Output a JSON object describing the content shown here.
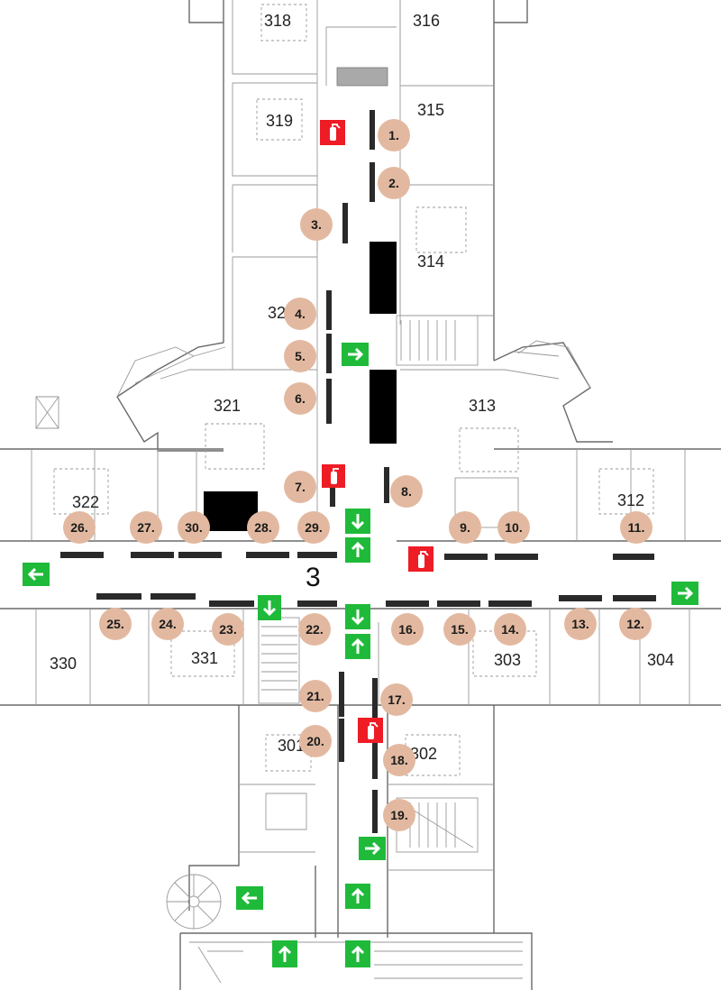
{
  "floor": {
    "label": "3"
  },
  "rooms": [
    {
      "id": "318",
      "label": "318"
    },
    {
      "id": "316",
      "label": "316"
    },
    {
      "id": "319",
      "label": "319"
    },
    {
      "id": "315",
      "label": "315"
    },
    {
      "id": "314",
      "label": "314"
    },
    {
      "id": "320",
      "label": "32"
    },
    {
      "id": "321",
      "label": "321"
    },
    {
      "id": "313",
      "label": "313"
    },
    {
      "id": "322",
      "label": "322"
    },
    {
      "id": "312",
      "label": "312"
    },
    {
      "id": "330",
      "label": "330"
    },
    {
      "id": "331",
      "label": "331"
    },
    {
      "id": "303",
      "label": "303"
    },
    {
      "id": "304",
      "label": "304"
    },
    {
      "id": "301",
      "label": "301"
    },
    {
      "id": "302",
      "label": "302"
    }
  ],
  "markers": [
    {
      "n": 1,
      "label": "1."
    },
    {
      "n": 2,
      "label": "2."
    },
    {
      "n": 3,
      "label": "3."
    },
    {
      "n": 4,
      "label": "4."
    },
    {
      "n": 5,
      "label": "5."
    },
    {
      "n": 6,
      "label": "6."
    },
    {
      "n": 7,
      "label": "7."
    },
    {
      "n": 8,
      "label": "8."
    },
    {
      "n": 9,
      "label": "9."
    },
    {
      "n": 10,
      "label": "10."
    },
    {
      "n": 11,
      "label": "11."
    },
    {
      "n": 12,
      "label": "12."
    },
    {
      "n": 13,
      "label": "13."
    },
    {
      "n": 14,
      "label": "14."
    },
    {
      "n": 15,
      "label": "15."
    },
    {
      "n": 16,
      "label": "16."
    },
    {
      "n": 17,
      "label": "17."
    },
    {
      "n": 18,
      "label": "18."
    },
    {
      "n": 19,
      "label": "19."
    },
    {
      "n": 20,
      "label": "20."
    },
    {
      "n": 21,
      "label": "21."
    },
    {
      "n": 22,
      "label": "22."
    },
    {
      "n": 23,
      "label": "23."
    },
    {
      "n": 24,
      "label": "24."
    },
    {
      "n": 25,
      "label": "25."
    },
    {
      "n": 26,
      "label": "26."
    },
    {
      "n": 27,
      "label": "27."
    },
    {
      "n": 28,
      "label": "28."
    },
    {
      "n": 29,
      "label": "29."
    },
    {
      "n": 30,
      "label": "30."
    }
  ],
  "colors": {
    "marker_fill": "#e2b9a0",
    "exit_sign": "#1fba3a",
    "fire_extinguisher": "#ee1c25",
    "wall": "#6a6a6a",
    "bench": "#2a2a2a"
  },
  "icons": {
    "exit": "exit-arrow-icon",
    "extinguisher": "fire-extinguisher-icon"
  }
}
